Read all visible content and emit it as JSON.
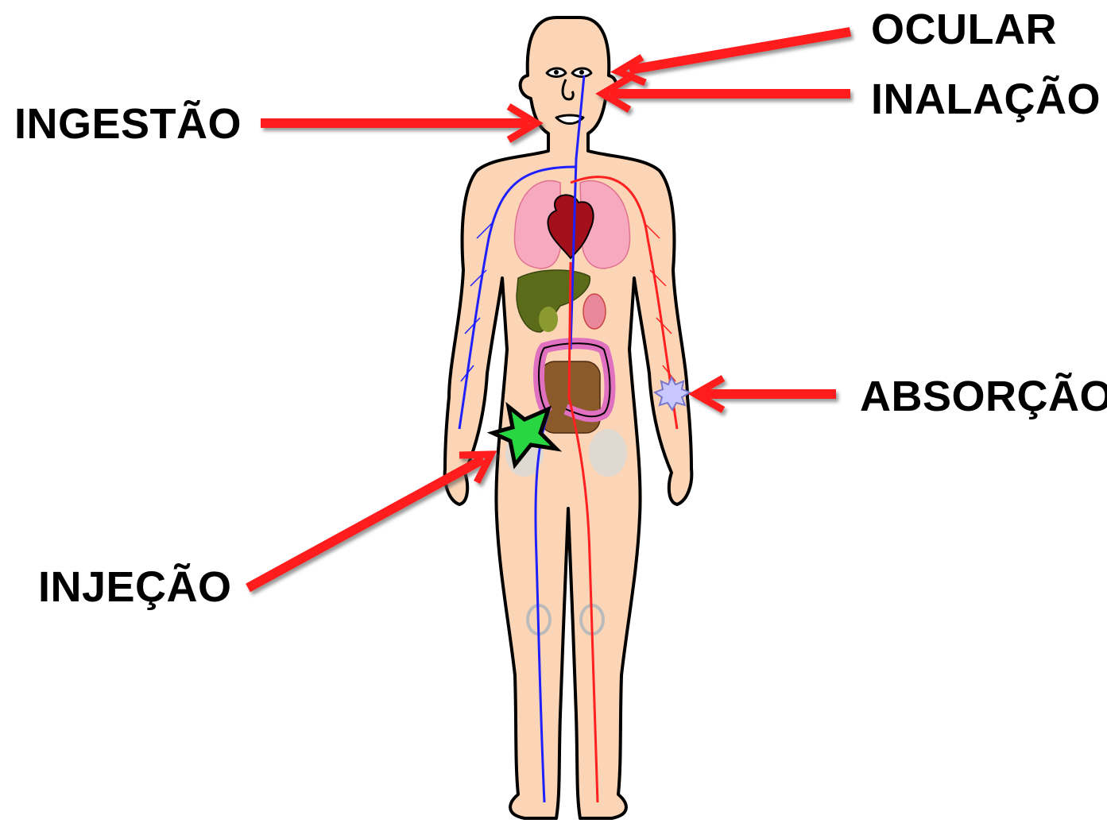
{
  "routes": {
    "ocular": "OCULAR",
    "inhalation": "INALAÇÃO",
    "ingestion": "INGESTÃO",
    "absorption": "ABSORÇÃO",
    "injection": "INJEÇÃO"
  },
  "colors": {
    "arrow": "#ff1a1a",
    "skin": "#fbd5b5",
    "vein": "#2020ff",
    "artery": "#ff2020",
    "lungs": "#f6a9bf",
    "heart": "#a3101c",
    "liver": "#5b6b1a",
    "intestine": "#e070c0",
    "injury": "#27d640",
    "contact": "#c8c8ff"
  }
}
